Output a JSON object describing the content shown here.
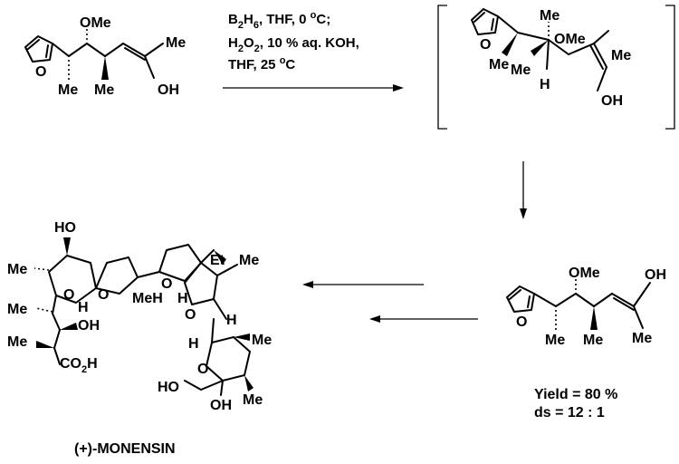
{
  "reaction": {
    "reagents": {
      "line1_a": "B",
      "line1_sub": "2",
      "line1_b": "H",
      "line1_sub2": "6",
      "line1_c": ", THF, 0 ",
      "line1_sup": "o",
      "line1_d": "C;",
      "line2_a": "H",
      "line2_sub": "2",
      "line2_b": "O",
      "line2_sub2": "2",
      "line2_c": ", 10 % aq. KOH,",
      "line3_a": "THF, 25 ",
      "line3_sup": "o",
      "line3_b": "C"
    },
    "yield": "Yield = 80 %",
    "ds": "ds = 12 : 1",
    "product_name": "(+)-MONENSIN"
  },
  "labels": {
    "O": "O",
    "OMe": "OMe",
    "Me": "Me",
    "OH": "OH",
    "H": "H",
    "HO": "HO",
    "Et": "Et",
    "MeH": "MeH",
    "OH_ring": "OH",
    "CO2H_a": "CO",
    "CO2H_sub": "2",
    "CO2H_b": "H"
  }
}
